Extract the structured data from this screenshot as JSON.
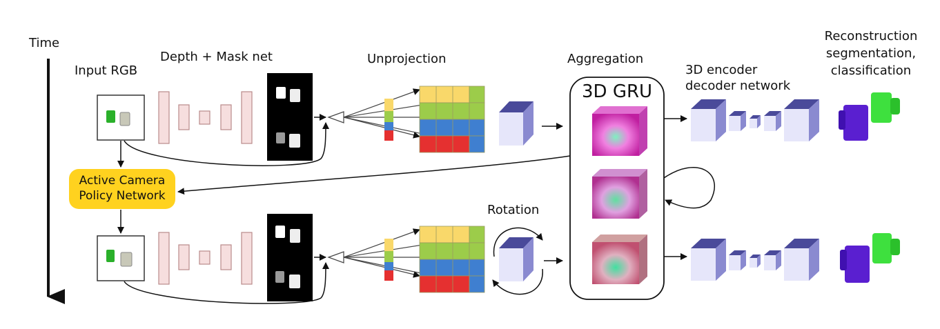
{
  "labels": {
    "time": "Time",
    "input_rgb": "Input RGB",
    "depth_mask_net": "Depth + Mask net",
    "unprojection": "Unprojection",
    "aggregation": "Aggregation",
    "gru": "3D GRU",
    "encoder_line1": "3D encoder",
    "encoder_line2": "decoder network",
    "output_line1": "Reconstruction",
    "output_line2": "segmentation,",
    "output_line3": "classification",
    "policy_line1": "Active Camera",
    "policy_line2": "Policy Network",
    "rotation": "Rotation"
  },
  "colors": {
    "layer_fill": "#f6dede",
    "layer_stroke": "#b98a8a",
    "policy_fill": "#ffd21f",
    "cube_front": "#e6e6fa",
    "cube_top": "#4a4a9a",
    "cube_side": "#8a8ad0",
    "grid_yellow": "#f9d86a",
    "grid_green": "#9ccc4a",
    "grid_blue": "#3f7fd0",
    "grid_red": "#e53030",
    "voxel_purple": "#5a1fd0",
    "voxel_green": "#3ee03e"
  }
}
